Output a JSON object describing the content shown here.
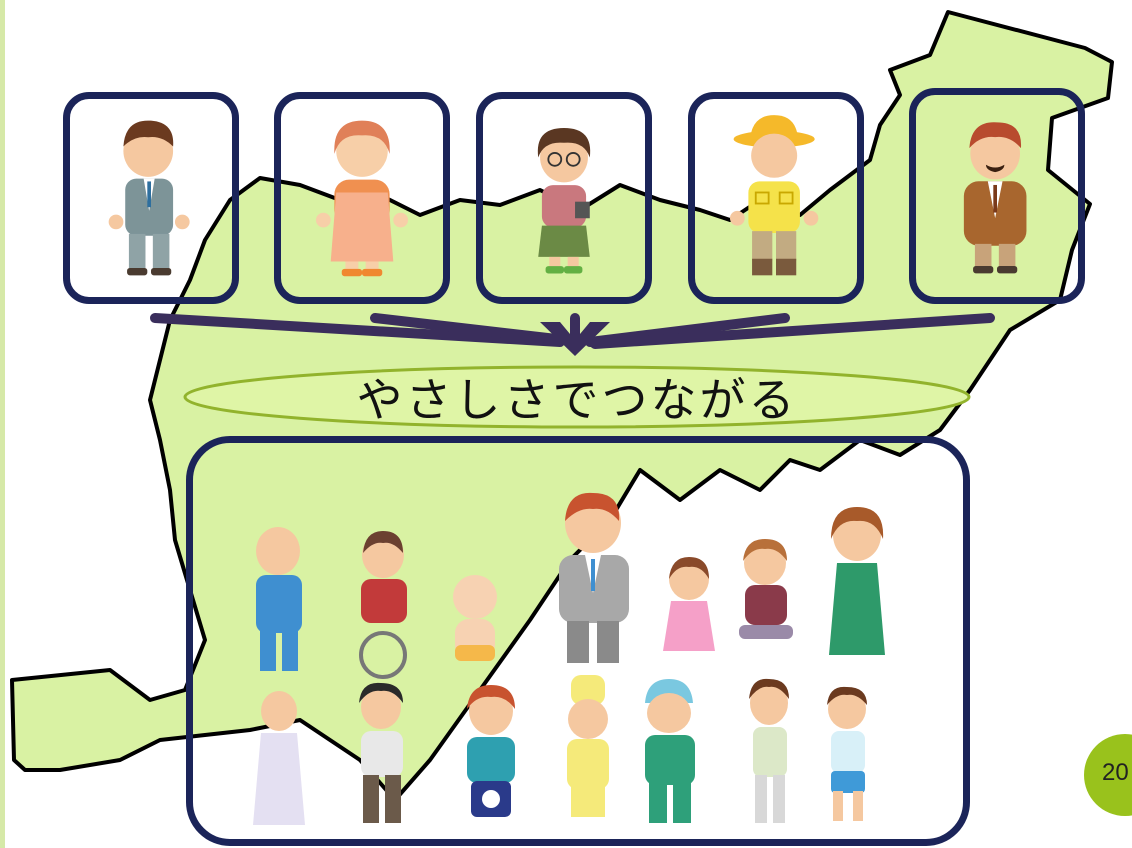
{
  "slide": {
    "slogan": "やさしさでつながる",
    "page_number": "20"
  },
  "colors": {
    "map_fill": "#d9f2a3",
    "map_outline": "#000000",
    "card_border": "#1b2459",
    "arrow": "#3a2e5c",
    "slogan_fill": "#dff5a6",
    "slogan_border": "#92b32c",
    "badge": "#99c21c"
  },
  "top_people": [
    {
      "role": "office-worker",
      "icon": "businessman-icon"
    },
    {
      "role": "shop-worker",
      "icon": "apron-woman-icon"
    },
    {
      "role": "student",
      "icon": "glasses-woman-icon"
    },
    {
      "role": "farmer",
      "icon": "farmer-icon"
    },
    {
      "role": "manager",
      "icon": "mustache-man-icon"
    }
  ],
  "crowd_people": [
    "elderly-man-icon",
    "wheelchair-woman-icon",
    "baby-icon",
    "businessman-icon",
    "girl-icon",
    "boy-icon",
    "woman-green-dress-icon",
    "dancing-woman-icon",
    "young-man-icon",
    "festival-man-icon",
    "chef-icon",
    "worker-icon",
    "thin-man-icon",
    "boy-shorts-icon"
  ]
}
